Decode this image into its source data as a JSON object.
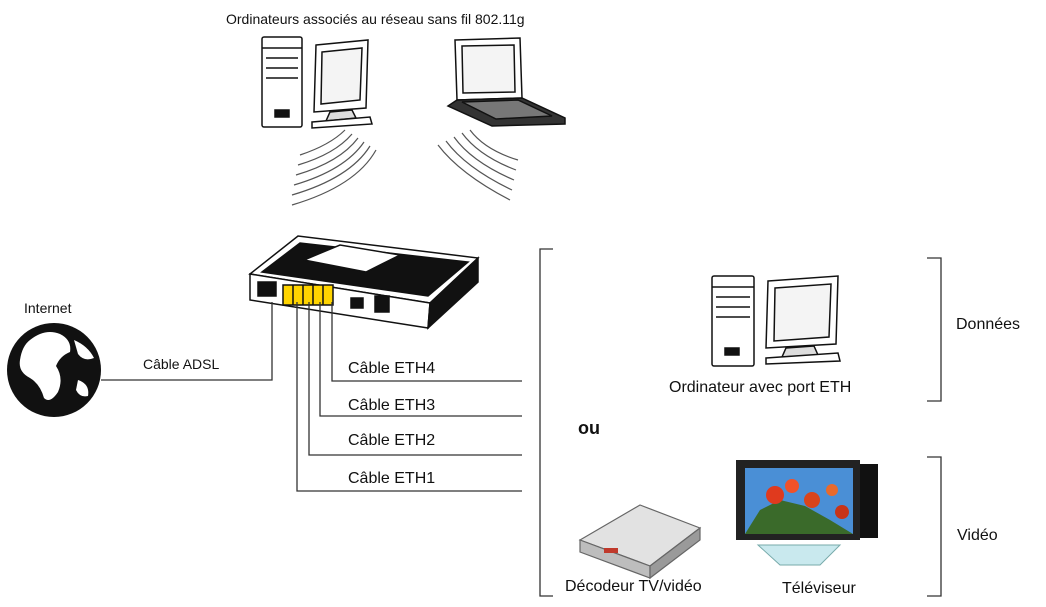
{
  "title": "Ordinateurs associés au réseau sans fil 802.11g",
  "internet_label": "Internet",
  "adsl_cable_label": "Câble ADSL",
  "eth_cables": [
    "Câble ETH4",
    "Câble ETH3",
    "Câble ETH2",
    "Câble ETH1"
  ],
  "or_label": "ou",
  "data_group": {
    "label": "Données",
    "device_label": "Ordinateur avec port ETH"
  },
  "video_group": {
    "label": "Vidéo",
    "decoder_label": "Décodeur TV/vidéo",
    "tv_label": "Téléviseur"
  },
  "icons": [
    "globe-icon",
    "router-icon",
    "desktop-computer-icon",
    "laptop-icon",
    "wifi-waves-icon",
    "tv-decoder-icon",
    "television-icon"
  ]
}
